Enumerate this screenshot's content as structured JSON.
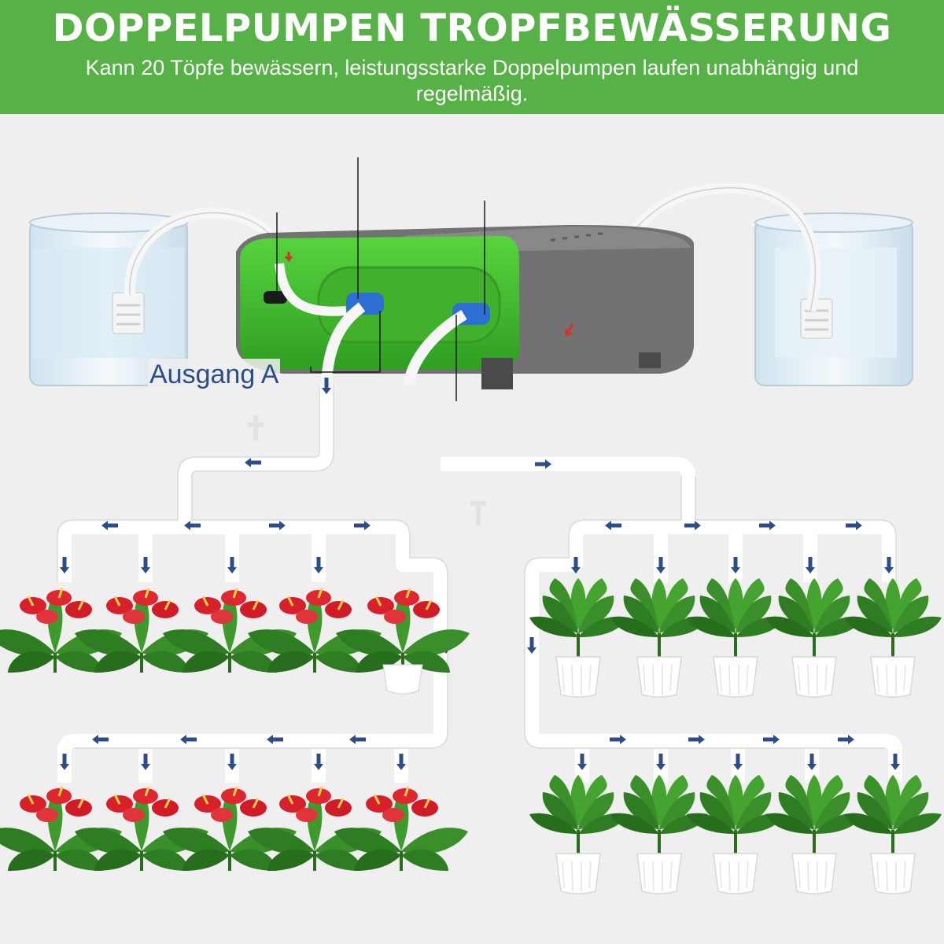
{
  "banner": {
    "title": "DOPPELPUMPEN TROPFBEWÄSSERUNG",
    "subtitle": "Kann 20 Töpfe bewässern, leistungsstarke Doppelpumpen laufen unabhängig und regelmäßig."
  },
  "labels": {
    "output_a": "Ausgang A"
  },
  "colors": {
    "banner_green": "#56b146",
    "device_green": "#3fbf2e",
    "device_gray": "#6e6e6e",
    "arrow_blue": "#2c4c8c",
    "arrow_red": "#d4322c",
    "flower_red": "#d8202a",
    "leaf_green": "#2f7d22"
  },
  "icons": [
    "water-reservoir-icon",
    "pump-device-icon",
    "usb-port-icon",
    "tube-connector-icon",
    "flow-arrow-icon",
    "anthurium-plant-icon",
    "potted-plant-icon"
  ]
}
